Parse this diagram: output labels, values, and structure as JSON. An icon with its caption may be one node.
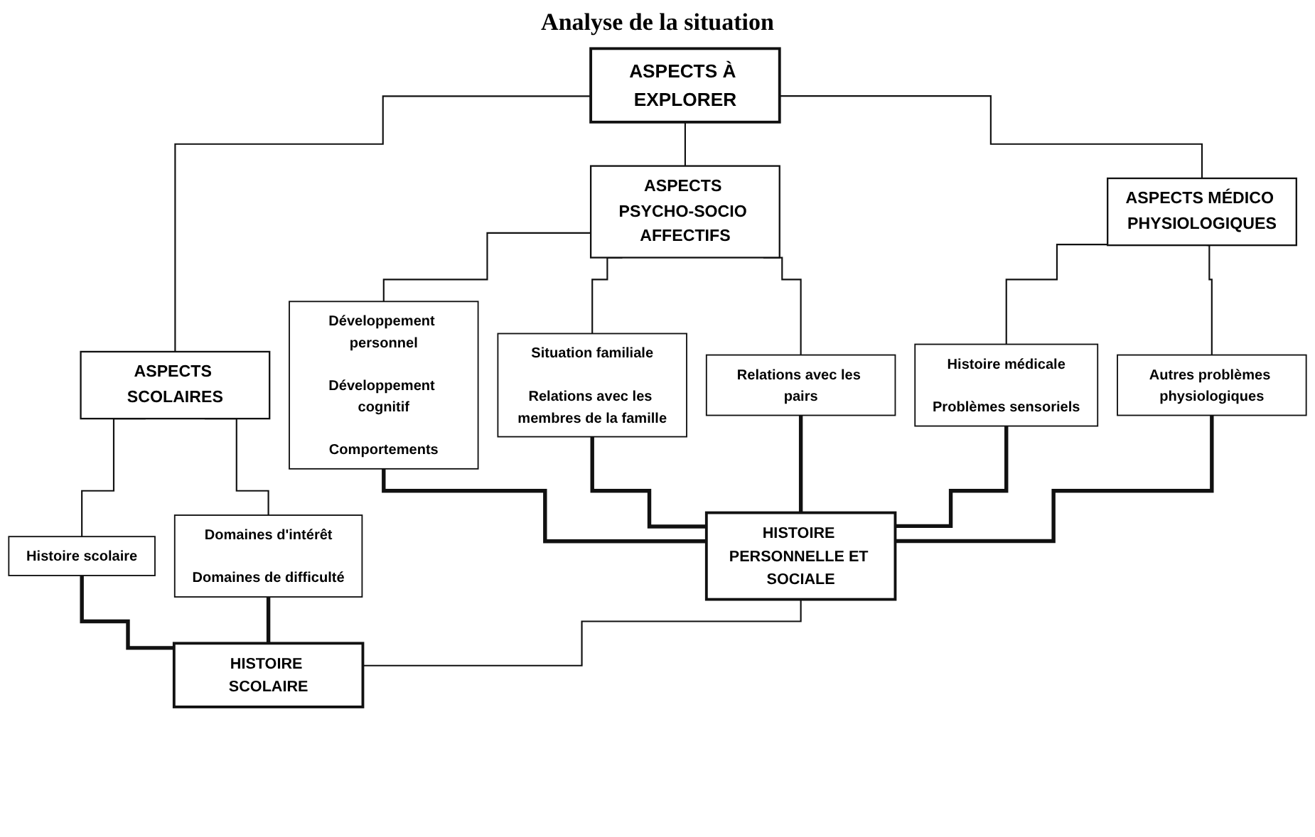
{
  "diagram": {
    "title": "Analyse de la situation",
    "nodes": [
      {
        "text": [
          "ASPECTS À EXPLORER"
        ]
      },
      {
        "text": [
          "ASPECTS PSYCHO-SOCIO AFFECTIFS"
        ]
      },
      {
        "text": [
          "ASPECTS MÉDICO PHYSIOLOGIQUES"
        ]
      },
      {
        "text": [
          "ASPECTS SCOLAIRES"
        ]
      },
      {
        "text": [
          "Développement personnel",
          "Développement cognitif",
          "Comportements"
        ]
      },
      {
        "text": [
          "Situation familiale",
          "Relations avec les membres de la famille"
        ]
      },
      {
        "text": [
          "Relations avec les pairs"
        ]
      },
      {
        "text": [
          "Histoire médicale",
          "Problèmes sensoriels"
        ]
      },
      {
        "text": [
          "Autres problèmes physiologiques"
        ]
      },
      {
        "text": [
          "Histoire scolaire"
        ]
      },
      {
        "text": [
          "Domaines d'intérêt",
          "Domaines de difficulté"
        ]
      },
      {
        "text": [
          "HISTOIRE PERSONNELLE ET SOCIALE"
        ]
      },
      {
        "text": [
          "HISTOIRE SCOLAIRE"
        ]
      }
    ],
    "edges": [
      {
        "from": 0,
        "to": 1,
        "arrow": "none"
      },
      {
        "from": 0,
        "to": 2,
        "arrow": "none"
      },
      {
        "from": 0,
        "to": 3,
        "arrow": "none"
      },
      {
        "from": 1,
        "to": 4,
        "arrow": "none"
      },
      {
        "from": 1,
        "to": 5,
        "arrow": "none"
      },
      {
        "from": 1,
        "to": 6,
        "arrow": "none"
      },
      {
        "from": 2,
        "to": 7,
        "arrow": "none"
      },
      {
        "from": 2,
        "to": 8,
        "arrow": "none"
      },
      {
        "from": 3,
        "to": 9,
        "arrow": "none"
      },
      {
        "from": 3,
        "to": 10,
        "arrow": "none"
      },
      {
        "from": 4,
        "to": 11,
        "arrow": "none",
        "style": "thick"
      },
      {
        "from": 5,
        "to": 11,
        "arrow": "none",
        "style": "thick"
      },
      {
        "from": 6,
        "to": 11,
        "arrow": "none",
        "style": "thick"
      },
      {
        "from": 7,
        "to": 11,
        "arrow": "none",
        "style": "thick"
      },
      {
        "from": 8,
        "to": 11,
        "arrow": "none",
        "style": "thick"
      },
      {
        "from": 9,
        "to": 12,
        "arrow": "none",
        "style": "thick"
      },
      {
        "from": 10,
        "to": 12,
        "arrow": "none",
        "style": "thick"
      },
      {
        "from": 11,
        "to": 12,
        "arrow": "none"
      }
    ]
  }
}
